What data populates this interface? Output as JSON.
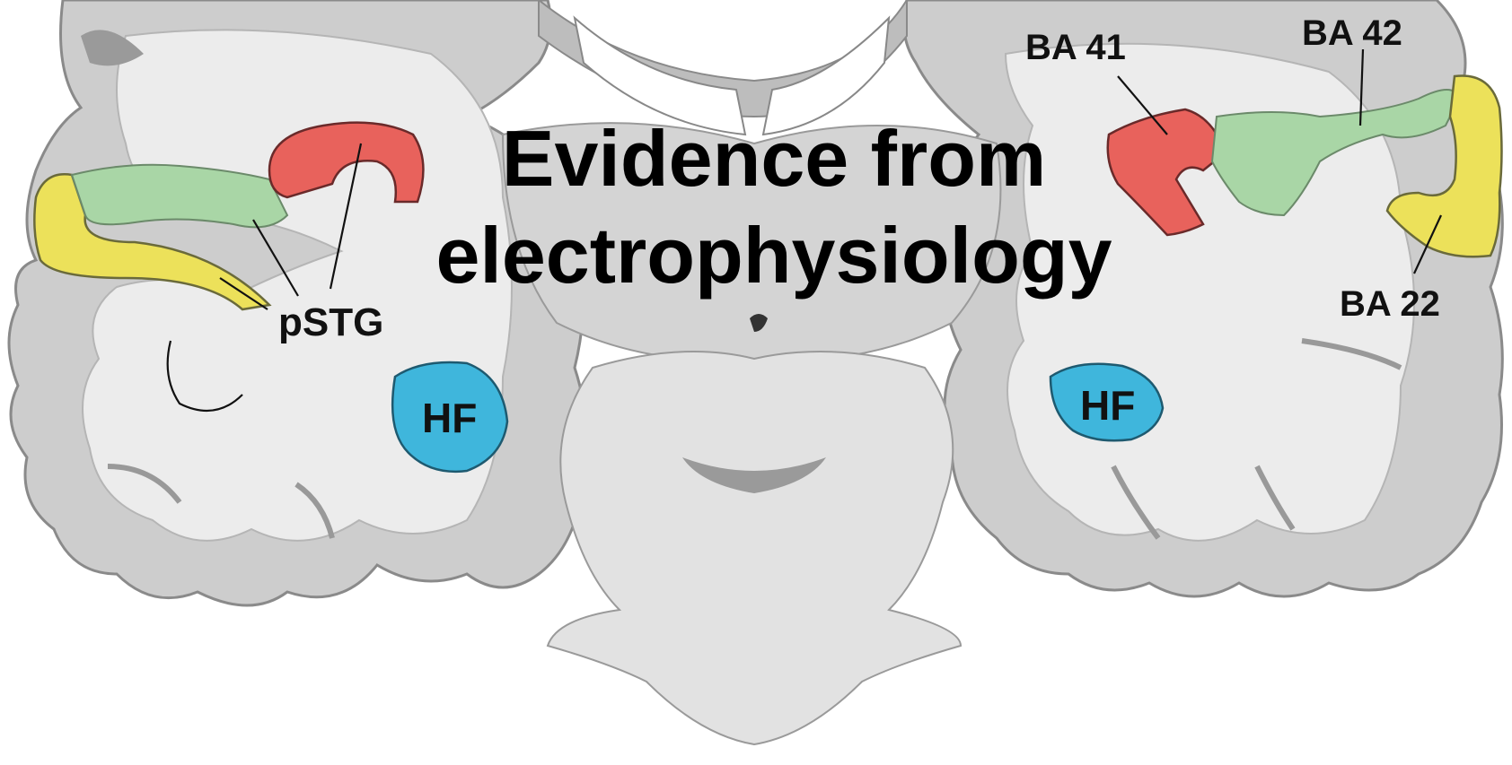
{
  "title": {
    "line1": "Evidence from",
    "line2": "electrophysiology"
  },
  "labels": {
    "left_pstg": "pSTG",
    "left_hf": "HF",
    "right_hf": "HF",
    "right_ba41": "BA 41",
    "right_ba42": "BA 42",
    "right_ba22": "BA 22"
  },
  "colors": {
    "background": "#ffffff",
    "cortex_gray": "#c9c9c9",
    "white_matter": "#ececec",
    "ba41_primary_auditory": "#e8625c",
    "ba42_secondary_auditory": "#a9d6a6",
    "ba22_auditory_association": "#ece15a",
    "hippocampal_formation": "#3fb6dc",
    "title_text": "#000000"
  }
}
